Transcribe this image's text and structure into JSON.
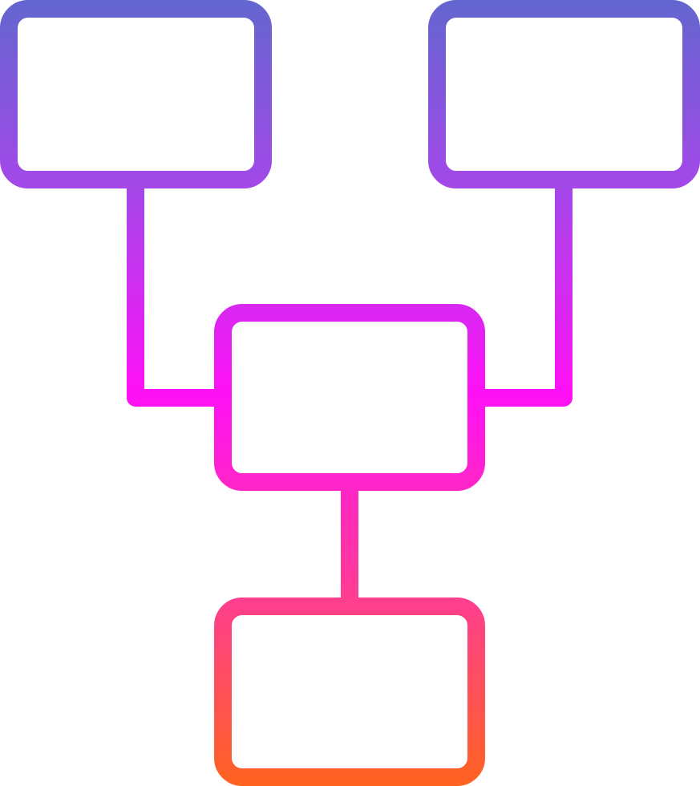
{
  "icon": {
    "name": "flowchart-hierarchy-icon",
    "style": "line",
    "gradient": {
      "top": "#6366CF",
      "upper_mid": "#A746EA",
      "middle": "#FF10F6",
      "lower_mid": "#FF3C95",
      "bottom": "#FF6320"
    }
  },
  "diagram": {
    "nodes": [
      {
        "id": "top-left-box",
        "label": ""
      },
      {
        "id": "top-right-box",
        "label": ""
      },
      {
        "id": "center-box",
        "label": ""
      },
      {
        "id": "bottom-box",
        "label": ""
      }
    ],
    "edges": [
      {
        "from": "top-left-box",
        "to": "center-box"
      },
      {
        "from": "top-right-box",
        "to": "center-box"
      },
      {
        "from": "center-box",
        "to": "bottom-box"
      }
    ]
  }
}
